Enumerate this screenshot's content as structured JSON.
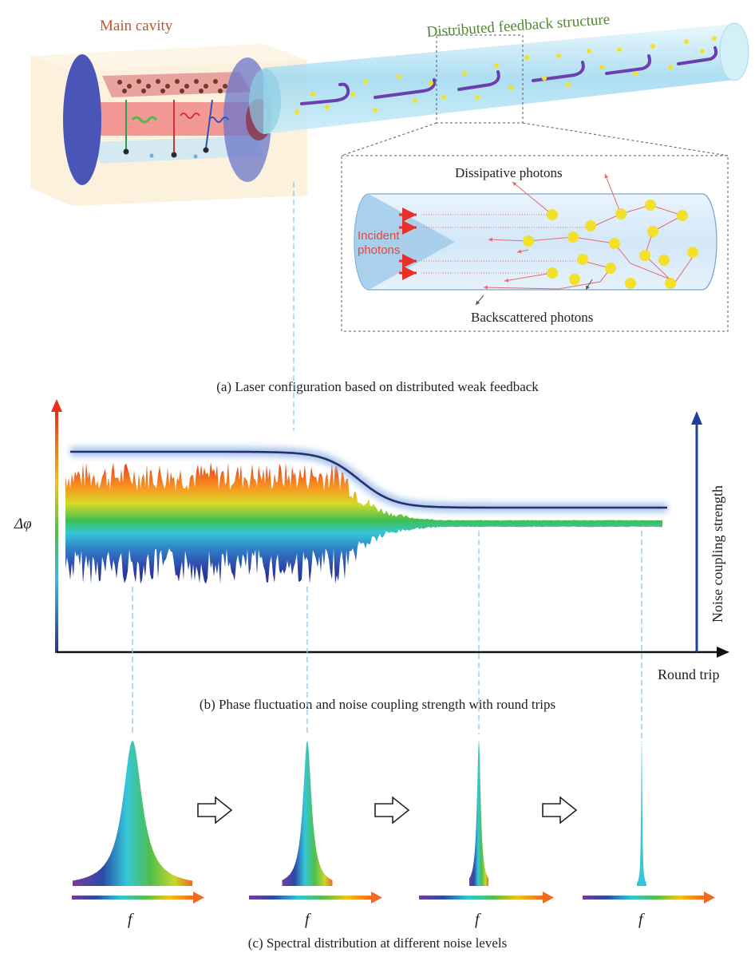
{
  "panel_a": {
    "main_cavity_label": "Main cavity",
    "dfb_label": "Distributed feedback structure",
    "inset": {
      "dissipative_label": "Dissipative photons",
      "incident_label_line1": "Incident",
      "incident_label_line2": "photons",
      "backscattered_label": "Backscattered photons"
    },
    "caption": "(a) Laser configuration based on distributed weak feedback"
  },
  "panel_b": {
    "ylabel": "Δφ",
    "right_axis_label": "Noise coupling strength",
    "xlabel": "Round trip",
    "caption": "(b) Phase fluctuation and noise coupling strength with round trips"
  },
  "panel_c": {
    "axis_label": "f",
    "caption": "(c) Spectral distribution at different noise levels",
    "peak_relative_widths": [
      1.0,
      0.42,
      0.16,
      0.02
    ]
  },
  "colors": {
    "axis_left_top": "#e8301c",
    "axis_left_bottom": "#2a2f8c",
    "right_axis": "#1e3f9a",
    "coupling_curve": "#26306e",
    "scatter_dot": "#f3e02a",
    "arrow_red": "#e8302a",
    "guide": "#8cc5e6"
  }
}
